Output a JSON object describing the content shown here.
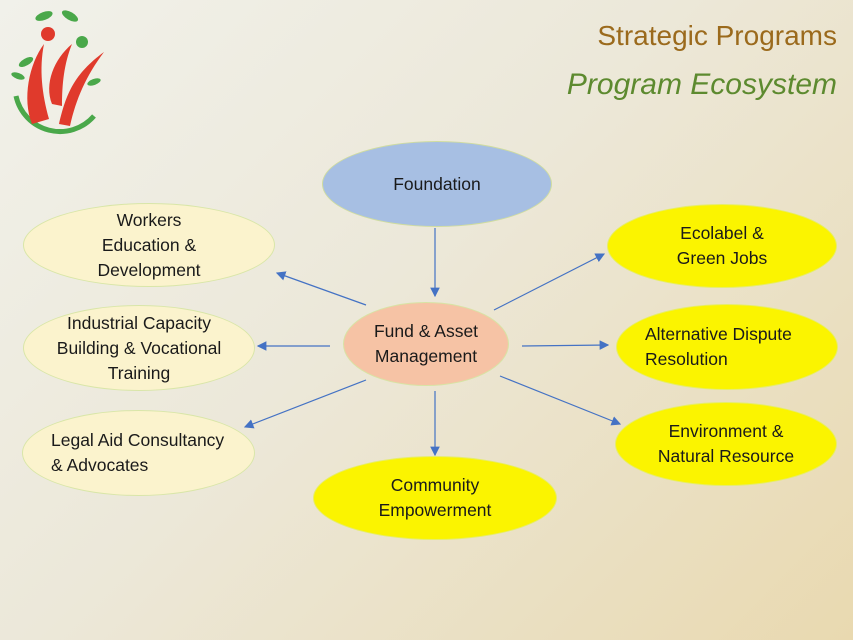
{
  "header": {
    "title": "Strategic Programs",
    "subtitle": "Program Ecosystem"
  },
  "colors": {
    "title": "#9b6a1c",
    "subtitle": "#5d8a2f",
    "arrow": "#4472c4",
    "logo_red": "#e03a2c",
    "logo_green": "#4aa84a"
  },
  "diagram": {
    "center": "Fund & Asset\nManagement",
    "top": "Foundation",
    "bottom": "Community\nEmpowerment",
    "left": [
      "Workers\nEducation &\nDevelopment",
      "Industrial Capacity\nBuilding & Vocational\nTraining",
      "Legal Aid Consultancy\n& Advocates"
    ],
    "right": [
      "Ecolabel &\nGreen Jobs",
      "Alternative Dispute\nResolution",
      "Environment &\nNatural Resource"
    ]
  }
}
